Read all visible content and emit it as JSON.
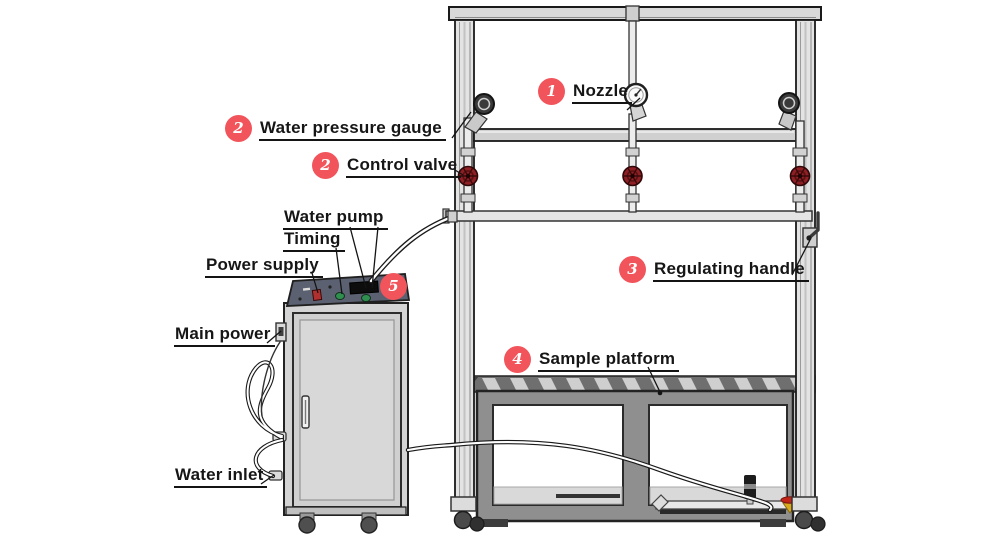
{
  "figure": {
    "description": "Labeled technical line diagram of a water-spray test apparatus with spray frame, pump cabinet and sample platform",
    "badge_color": "#f2545b",
    "colors": {
      "frame_fill": "#dcdcdc",
      "platform_fill": "#8f8f8f",
      "valve_red": "#8e2025",
      "panel_slate": "#5b6170",
      "cabinet_gray": "#d4d4d4",
      "relief_red": "#c22418",
      "relief_yellow": "#d9a91c",
      "label_ink": "#161616"
    },
    "annotations": {
      "nozzle": {
        "badge": "1",
        "text": "Nozzle"
      },
      "water_pressure_gauge": {
        "badge": "2",
        "text": "Water pressure gauge"
      },
      "control_valve": {
        "badge": "2",
        "text": "Control valve"
      },
      "water_pump": {
        "text": "Water pump"
      },
      "timing": {
        "text": "Timing"
      },
      "power_supply": {
        "text": "Power supply"
      },
      "pump_panel": {
        "badge": "5"
      },
      "main_power": {
        "text": "Main power"
      },
      "water_inlet": {
        "text": "Water inlet"
      },
      "regulating_handle": {
        "badge": "3",
        "text": "Regulating handle"
      },
      "sample_platform": {
        "badge": "4",
        "text": "Sample platform"
      }
    },
    "depicted_components": [
      "spray frame",
      "pressure gauges (3)",
      "control valves (3)",
      "spray risers (3)",
      "manifold pipe",
      "regulating handle",
      "sample platform",
      "pump cabinet",
      "control panel",
      "hoses",
      "caster wheels",
      "relief valve"
    ]
  }
}
